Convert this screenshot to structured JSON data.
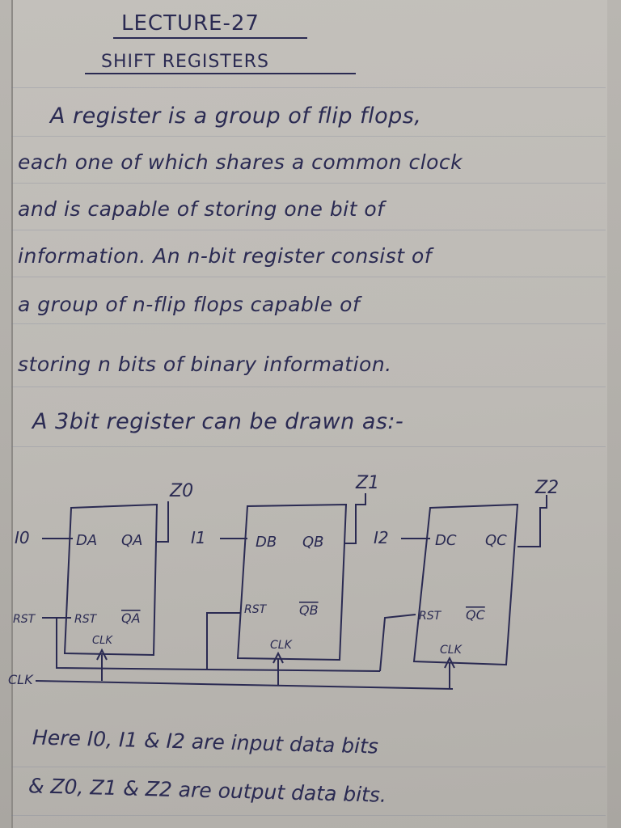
{
  "lecture_title": "LECTURE-27",
  "topic_title": "SHIFT REGISTERS",
  "paragraph_lines": [
    "A register is a group of flip flops,",
    "each one of which shares a common clock",
    "and is capable of storing one bit of",
    "information. An n-bit register consist of",
    "a group of n-flip flops capable of",
    "storing n bits of binary information.",
    "A 3bit register can be drawn as:-"
  ],
  "diagram": {
    "outputs": [
      "Z0",
      "Z1",
      "Z2"
    ],
    "inputs": [
      "I0",
      "I1",
      "I2"
    ],
    "flipflops": [
      {
        "d": "DA",
        "q": "QA",
        "rst": "RST",
        "qbar": "QA",
        "clk": "CLK"
      },
      {
        "d": "DB",
        "q": "QB",
        "rst": "RST",
        "qbar": "QB",
        "clk": "CLK"
      },
      {
        "d": "DC",
        "q": "QC",
        "rst": "RST",
        "qbar": "QC",
        "clk": "CLK"
      }
    ],
    "rst_label": "RST",
    "clk_label": "CLK"
  },
  "notes": [
    "Here I0, I1 & I2 are input data bits",
    "& Z0, Z1 & Z2 are output data bits."
  ]
}
